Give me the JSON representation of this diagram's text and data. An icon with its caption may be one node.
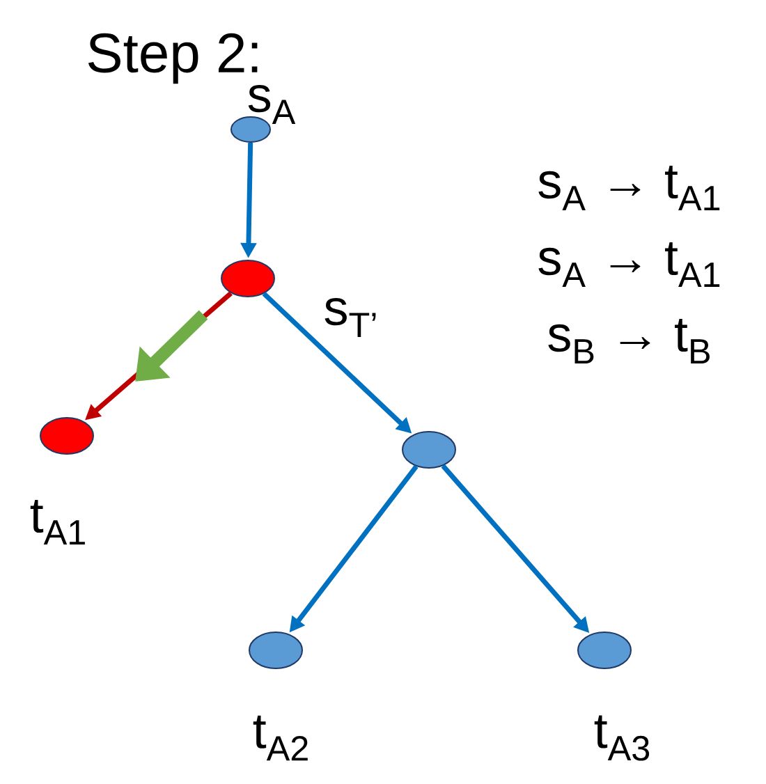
{
  "diagram": {
    "title": "Step 2:",
    "nodes": [
      {
        "text": [],
        "shape": "circle",
        "beside": [
          "s$_{A}$"
        ]
      },
      {
        "text": [],
        "shape": "circle"
      },
      {
        "text": [],
        "shape": "circle",
        "beside": [
          "t$_{A1}$"
        ]
      },
      {
        "text": [],
        "shape": "circle"
      },
      {
        "text": [],
        "shape": "circle",
        "beside": [
          "t$_{A2}$"
        ]
      },
      {
        "text": [],
        "shape": "circle",
        "beside": [
          "t$_{A3}$"
        ]
      }
    ],
    "edges": [
      {
        "from": 0,
        "to": 1,
        "arrow": "to"
      },
      {
        "from": 1,
        "to": 2,
        "arrow": "to",
        "color": "#c00000"
      },
      {
        "from": 1,
        "to": 3,
        "arrow": "to",
        "label": "s$_{T’}$"
      },
      {
        "from": 3,
        "to": 4,
        "arrow": "to"
      },
      {
        "from": 3,
        "to": 5,
        "arrow": "to"
      }
    ],
    "labels": [
      "s$_{A}$ → t$_{A1}$",
      "s$_{A}$ → t$_{A1}$",
      "s$_{B}$ → t$_{B}$"
    ]
  }
}
